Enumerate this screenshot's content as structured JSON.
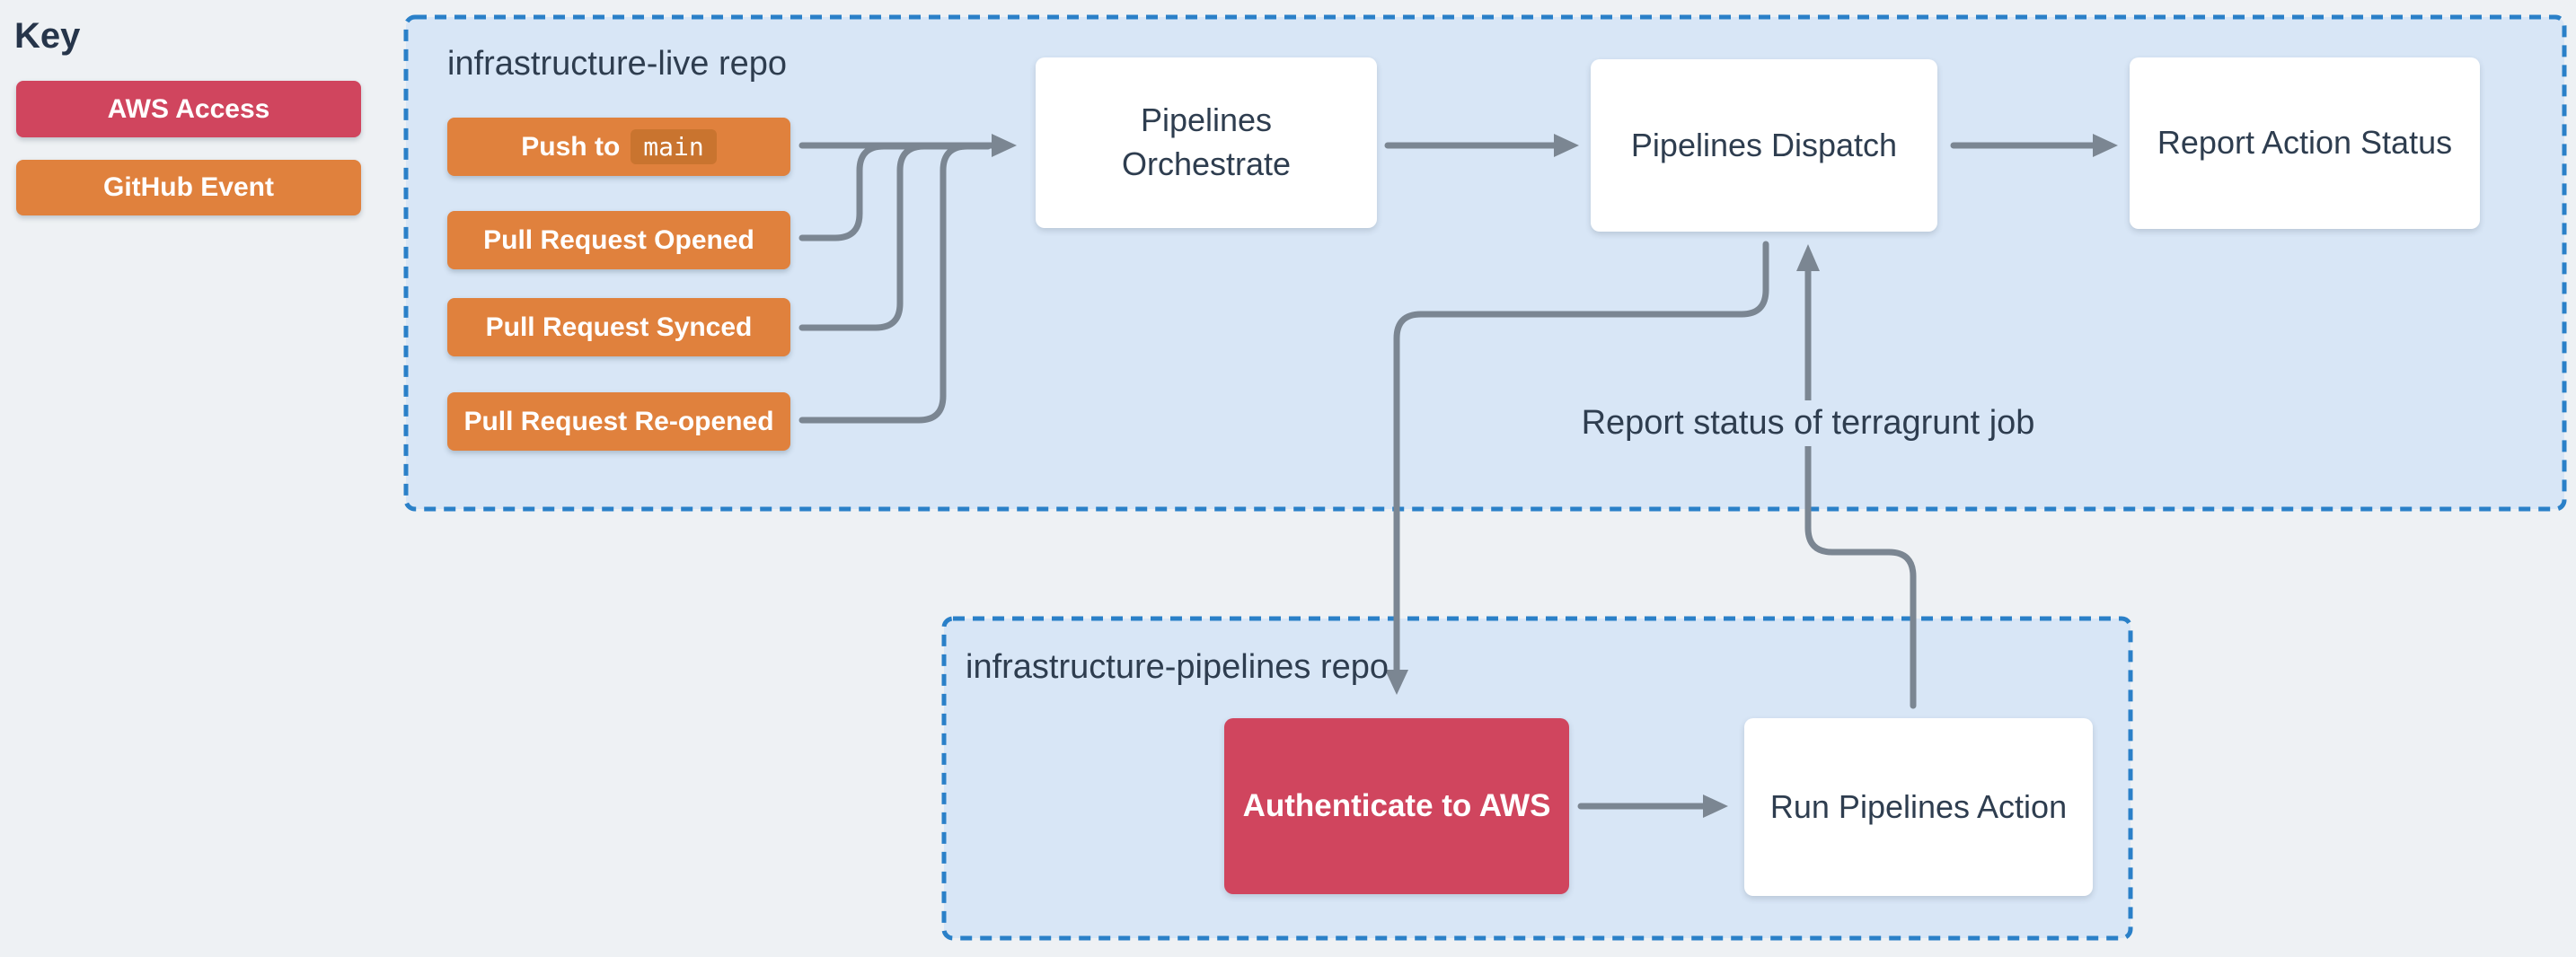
{
  "key": {
    "title": "Key",
    "aws_label": "AWS Access",
    "github_label": "GitHub Event"
  },
  "live_repo": {
    "label": "infrastructure-live repo",
    "event_push_prefix": "Push to",
    "event_push_code": "main",
    "event_pr_opened": "Pull Request Opened",
    "event_pr_synced": "Pull Request Synced",
    "event_pr_reopened": "Pull Request Re-opened",
    "node_orchestrate_line1": "Pipelines",
    "node_orchestrate_line2": "Orchestrate",
    "node_dispatch": "Pipelines Dispatch",
    "node_report": "Report Action Status"
  },
  "pipelines_repo": {
    "label": "infrastructure-pipelines repo",
    "node_authenticate": "Authenticate to AWS",
    "node_run": "Run Pipelines Action"
  },
  "annotations": {
    "report_status": "Report status of terragrunt job"
  },
  "colors": {
    "page_bg": "#eef1f4",
    "repo_fill": "#d8e6f6",
    "repo_border": "#2a80c8",
    "node_white": "#ffffff",
    "aws_red": "#d0455e",
    "github_orange": "#e0813d",
    "code_bg": "#c9742f",
    "arrow_gray": "#7b8692",
    "text_dark": "#2e3d4f",
    "text_light": "#ffffff"
  }
}
